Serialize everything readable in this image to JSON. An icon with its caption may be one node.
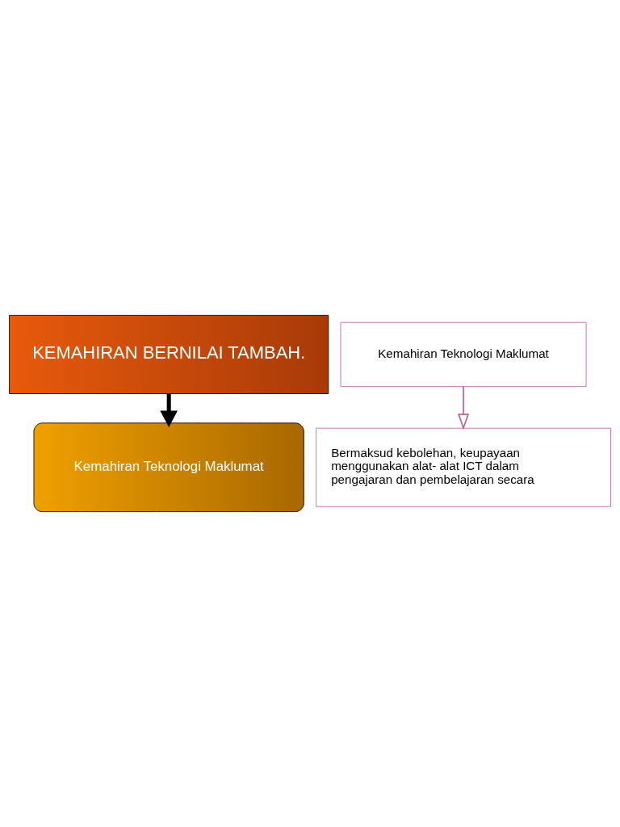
{
  "diagram": {
    "nodes": [
      {
        "text": [
          "KEMAHIRAN BERNILAI TAMBAH."
        ]
      },
      {
        "text": [
          "Kemahiran Teknologi Maklumat"
        ]
      },
      {
        "text": [
          "Kemahiran Teknologi Maklumat"
        ]
      },
      {
        "text": [
          "Bermaksud kebolehan, keupayaan menggunakan alat- alat ICT dalam pengajaran dan pembelajaran secara"
        ]
      }
    ],
    "edges": [
      {
        "from": 0,
        "to": 1,
        "arrow": "to",
        "style": "thick",
        "color": "#000000"
      },
      {
        "from": 2,
        "to": 3,
        "arrow": "to",
        "color": "#c06090"
      }
    ]
  }
}
